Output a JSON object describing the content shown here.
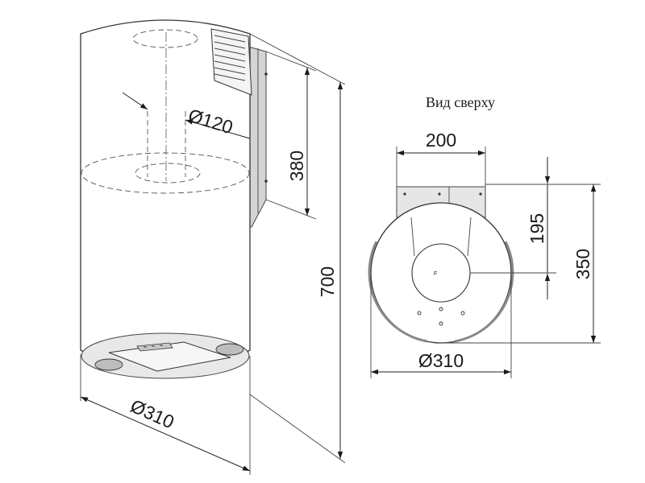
{
  "diagram": {
    "side_view": {
      "dim_inner_duct": "Ø120",
      "dim_bracket_height": "380",
      "dim_total_height": "700",
      "dim_body_diameter": "Ø310"
    },
    "top_view": {
      "title": "Вид сверху",
      "dim_bracket_width": "200",
      "dim_bracket_depth": "195",
      "dim_depth": "350",
      "dim_diameter": "Ø310",
      "center_mark": "F"
    }
  }
}
